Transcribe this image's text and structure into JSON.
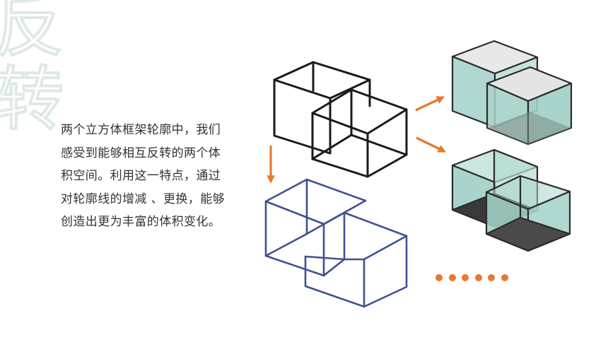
{
  "decor": {
    "bg_char_1": "反",
    "bg_char_2": "转"
  },
  "text": {
    "lines": [
      "两个立方体框架轮廓中，我们",
      "感受到能够相互反转的两个体",
      "积空间。利用这一特点，通过",
      "对轮廓线的增减 、更换，能够",
      "创造出更为丰富的体积变化。"
    ]
  },
  "colors": {
    "accent": "#e8782d",
    "wire_black": "#1a1a1a",
    "wire_blue": "#3f5190",
    "glass": "#a9d4cb",
    "glass_light": "#e6e6e6",
    "dark_face": "#3a3a3a"
  },
  "icons": [
    "arrow-down-icon",
    "arrow-right-icon",
    "ellipsis-dots-icon"
  ]
}
